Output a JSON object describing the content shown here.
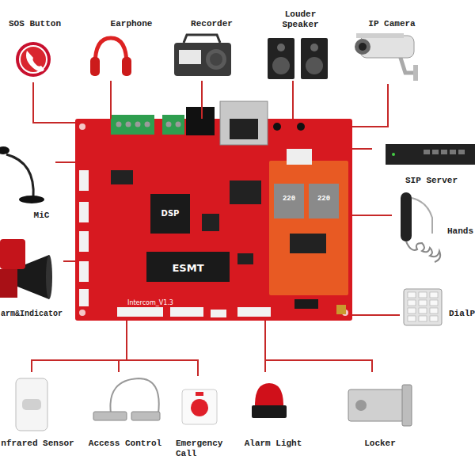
{
  "diagram": {
    "nodes": [
      {
        "text": [
          "SOS Button"
        ]
      },
      {
        "text": [
          "Earphone"
        ]
      },
      {
        "text": [
          "Recorder"
        ]
      },
      {
        "text": [
          "Louder Speaker"
        ]
      },
      {
        "text": [
          "IP Camera"
        ]
      },
      {
        "text": [
          "Intercom_V1.3"
        ]
      },
      {
        "text": [
          "SIP Server"
        ]
      },
      {
        "text": [
          "MiC"
        ]
      },
      {
        "text": [
          "Hands"
        ]
      },
      {
        "text": [
          "arm&Indicator"
        ]
      },
      {
        "text": [
          "DialP"
        ]
      },
      {
        "text": [
          "nfrared Sensor"
        ]
      },
      {
        "text": [
          "Access Control"
        ]
      },
      {
        "text": [
          "Emergency Call"
        ]
      },
      {
        "text": [
          "Alarm Light"
        ]
      },
      {
        "text": [
          "Locker"
        ]
      }
    ],
    "edges": [
      {
        "from": 0,
        "to": 5,
        "arrow": "none"
      },
      {
        "from": 1,
        "to": 5,
        "arrow": "none"
      },
      {
        "from": 2,
        "to": 5,
        "arrow": "none"
      },
      {
        "from": 3,
        "to": 5,
        "arrow": "none"
      },
      {
        "from": 4,
        "to": 5,
        "arrow": "none"
      },
      {
        "from": 6,
        "to": 5,
        "arrow": "none"
      },
      {
        "from": 7,
        "to": 5,
        "arrow": "none"
      },
      {
        "from": 8,
        "to": 5,
        "arrow": "none"
      },
      {
        "from": 9,
        "to": 5,
        "arrow": "none"
      },
      {
        "from": 10,
        "to": 5,
        "arrow": "none"
      },
      {
        "from": 11,
        "to": 5,
        "arrow": "none"
      },
      {
        "from": 12,
        "to": 5,
        "arrow": "none"
      },
      {
        "from": 13,
        "to": 5,
        "arrow": "none"
      },
      {
        "from": 14,
        "to": 5,
        "arrow": "none"
      },
      {
        "from": 15,
        "to": 5,
        "arrow": "none"
      }
    ],
    "labels": [
      "DSP",
      "ESMT",
      "220",
      "220"
    ]
  }
}
